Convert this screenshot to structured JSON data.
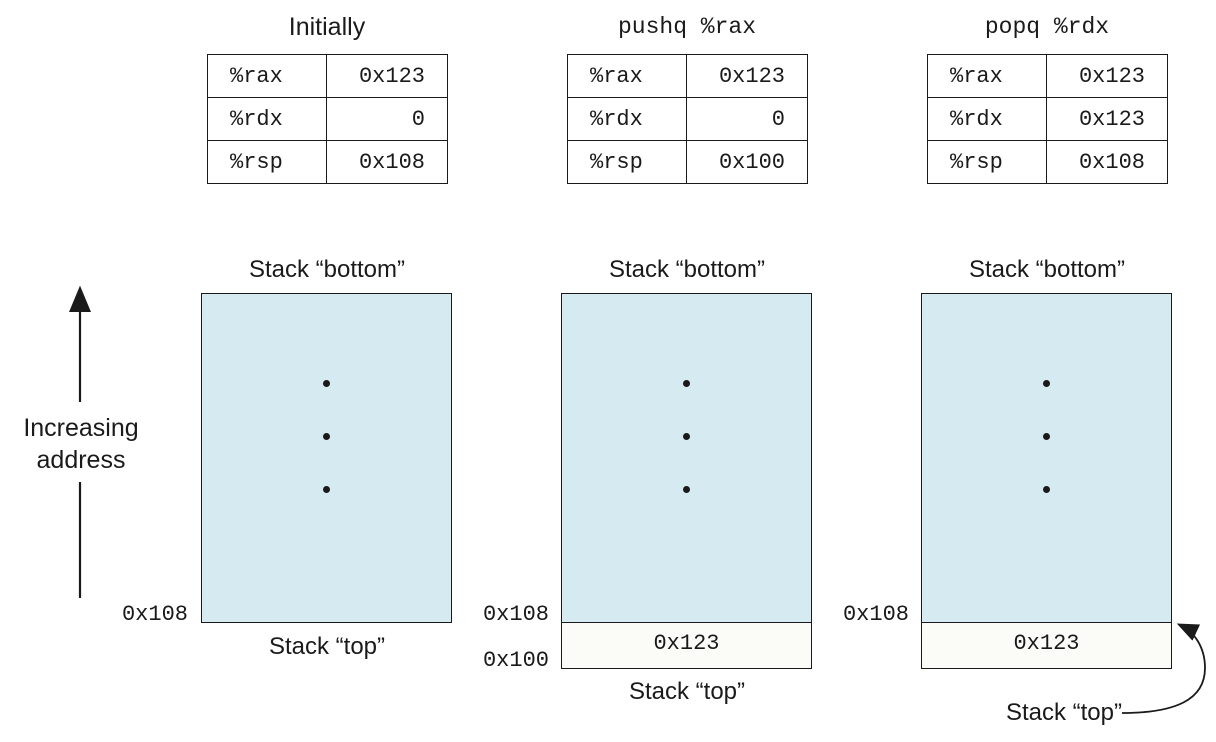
{
  "axis": {
    "label_line1": "Increasing",
    "label_line2": "address"
  },
  "panels": [
    {
      "title": "Initially",
      "registers": [
        {
          "name": "%rax",
          "value": "0x123"
        },
        {
          "name": "%rdx",
          "value": "0"
        },
        {
          "name": "%rsp",
          "value": "0x108"
        }
      ],
      "stack_bottom_label": "Stack “bottom”",
      "stack_top_label": "Stack “top”",
      "addr_upper": "0x108"
    },
    {
      "title": "pushq %rax",
      "registers": [
        {
          "name": "%rax",
          "value": "0x123"
        },
        {
          "name": "%rdx",
          "value": "0"
        },
        {
          "name": "%rsp",
          "value": "0x100"
        }
      ],
      "stack_bottom_label": "Stack “bottom”",
      "stack_top_label": "Stack “top”",
      "addr_upper": "0x108",
      "addr_lower": "0x100",
      "pushed_value": "0x123"
    },
    {
      "title": "popq %rdx",
      "registers": [
        {
          "name": "%rax",
          "value": "0x123"
        },
        {
          "name": "%rdx",
          "value": "0x123"
        },
        {
          "name": "%rsp",
          "value": "0x108"
        }
      ],
      "stack_bottom_label": "Stack “bottom”",
      "stack_top_label": "Stack “top”",
      "addr_upper": "0x108",
      "stale_value": "0x123"
    }
  ],
  "colors": {
    "stack_fill": "#d6eaf2",
    "line": "#1a1a1a"
  }
}
